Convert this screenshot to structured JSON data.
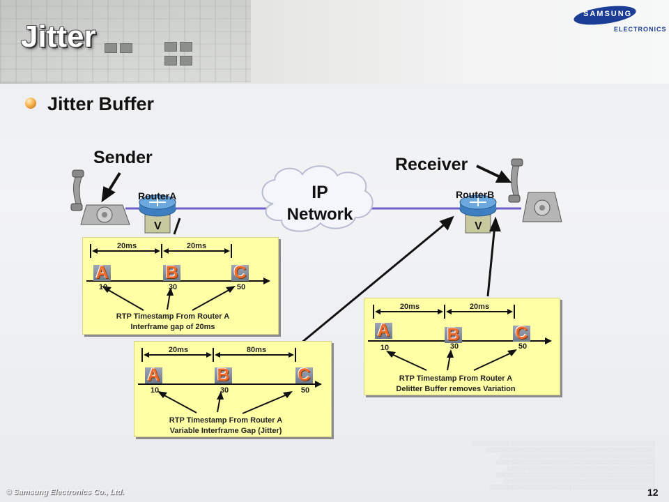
{
  "header": {
    "title": "Jitter",
    "logo_word": "SAMSUNG",
    "logo_sub": "ELECTRONICS"
  },
  "bullet": {
    "text": "Jitter Buffer"
  },
  "labels": {
    "sender": "Sender",
    "receiver": "Receiver",
    "router_a": "RouterA",
    "router_b": "RouterB",
    "router_a_tag": "V",
    "router_b_tag": "V",
    "cloud_line1": "IP",
    "cloud_line2": "Network"
  },
  "panels": {
    "sender_panel": {
      "spans": [
        "20ms",
        "20ms"
      ],
      "packets": [
        "A",
        "B",
        "C"
      ],
      "timestamps": [
        "10",
        "30",
        "50"
      ],
      "caption_line1": "RTP Timestamp From Router A",
      "caption_line2": "Interframe gap of 20ms"
    },
    "network_panel": {
      "spans": [
        "20ms",
        "80ms"
      ],
      "packets": [
        "A",
        "B",
        "C"
      ],
      "timestamps": [
        "10",
        "30",
        "50"
      ],
      "caption_line1": "RTP Timestamp From Router A",
      "caption_line2": "Variable Interframe Gap (Jitter)"
    },
    "receiver_panel": {
      "spans": [
        "20ms",
        "20ms"
      ],
      "packets": [
        "A",
        "B",
        "C"
      ],
      "timestamps": [
        "10",
        "30",
        "50"
      ],
      "caption_line1": "RTP Timestamp From Router A",
      "caption_line2": "Delitter Buffer removes Variation"
    }
  },
  "footer": {
    "copyright": "© Samsung Electronics Co., Ltd.",
    "page_number": "12"
  },
  "colors": {
    "panel_fill": "#ffffa6",
    "packet_letter": "#ef6b2a",
    "link_line": "#6b5fc9",
    "logo_blue": "#1b3d95"
  }
}
